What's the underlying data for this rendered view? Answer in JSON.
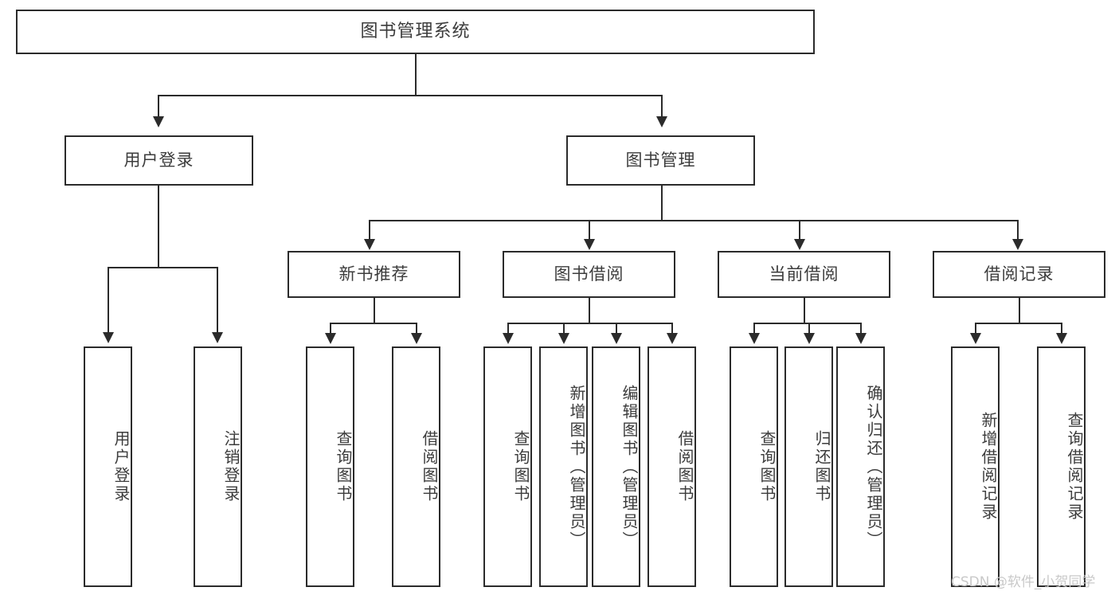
{
  "diagram": {
    "type": "tree-hierarchy",
    "title": "图书管理系统",
    "orientation": "top-down",
    "colors": {
      "stroke": "#2b2b2b",
      "fill": "#ffffff",
      "text": "#3c3c3c",
      "watermark": "#c9c9c9"
    },
    "root": {
      "label": "图书管理系统"
    },
    "level1": [
      {
        "label": "用户登录"
      },
      {
        "label": "图书管理"
      }
    ],
    "level2": [
      {
        "label": "新书推荐"
      },
      {
        "label": "图书借阅"
      },
      {
        "label": "当前借阅"
      },
      {
        "label": "借阅记录"
      }
    ],
    "leaves": {
      "user_login": [
        {
          "label": "用户登录"
        },
        {
          "label": "注销登录"
        }
      ],
      "new_book_recommend": [
        {
          "label": "查询图书"
        },
        {
          "label": "借阅图书"
        }
      ],
      "book_borrow": [
        {
          "label": "查询图书"
        },
        {
          "label": "新增图书（管理员）"
        },
        {
          "label": "编辑图书（管理员）"
        },
        {
          "label": "借阅图书"
        }
      ],
      "current_borrow": [
        {
          "label": "查询图书"
        },
        {
          "label": "归还图书"
        },
        {
          "label": "确认归还（管理员）"
        }
      ],
      "borrow_record": [
        {
          "label": "新增借阅记录"
        },
        {
          "label": "查询借阅记录"
        }
      ]
    }
  },
  "watermark": {
    "text": "CSDN @软件_小贺同学"
  }
}
